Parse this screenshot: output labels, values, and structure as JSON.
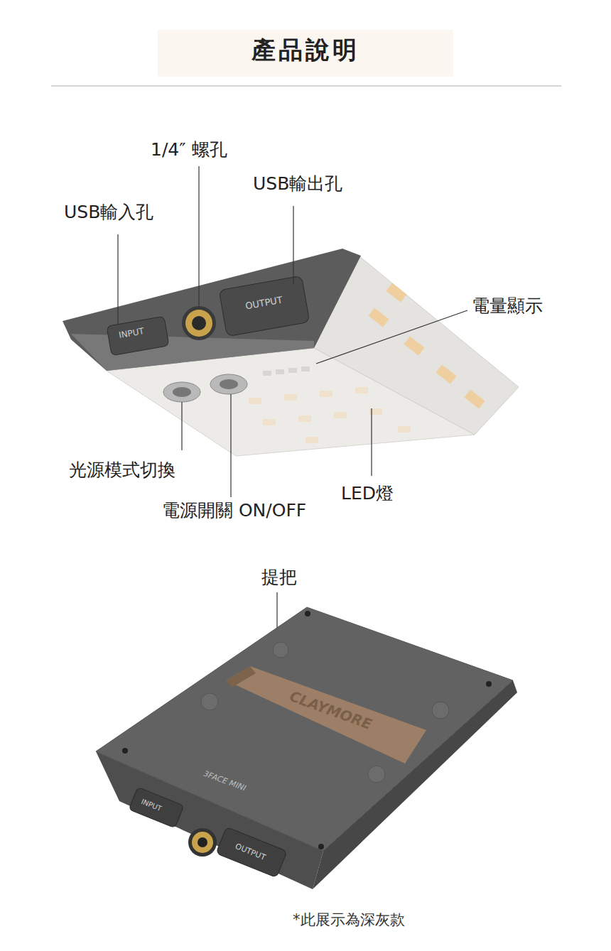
{
  "diagram": {
    "title": "產品說明",
    "caption": "*此展示為深灰款",
    "labels": [
      "1/4″ 螺孔",
      "USB輸出孔",
      "USB輸入孔",
      "電量顯示",
      "光源模式切換",
      "電源開關 ON/OFF",
      "LED燈",
      "INPUT",
      "OUTPUT",
      "提把",
      "CLAYMORE",
      "3FACE MINI",
      "INPUT",
      "OUTPUT"
    ]
  }
}
